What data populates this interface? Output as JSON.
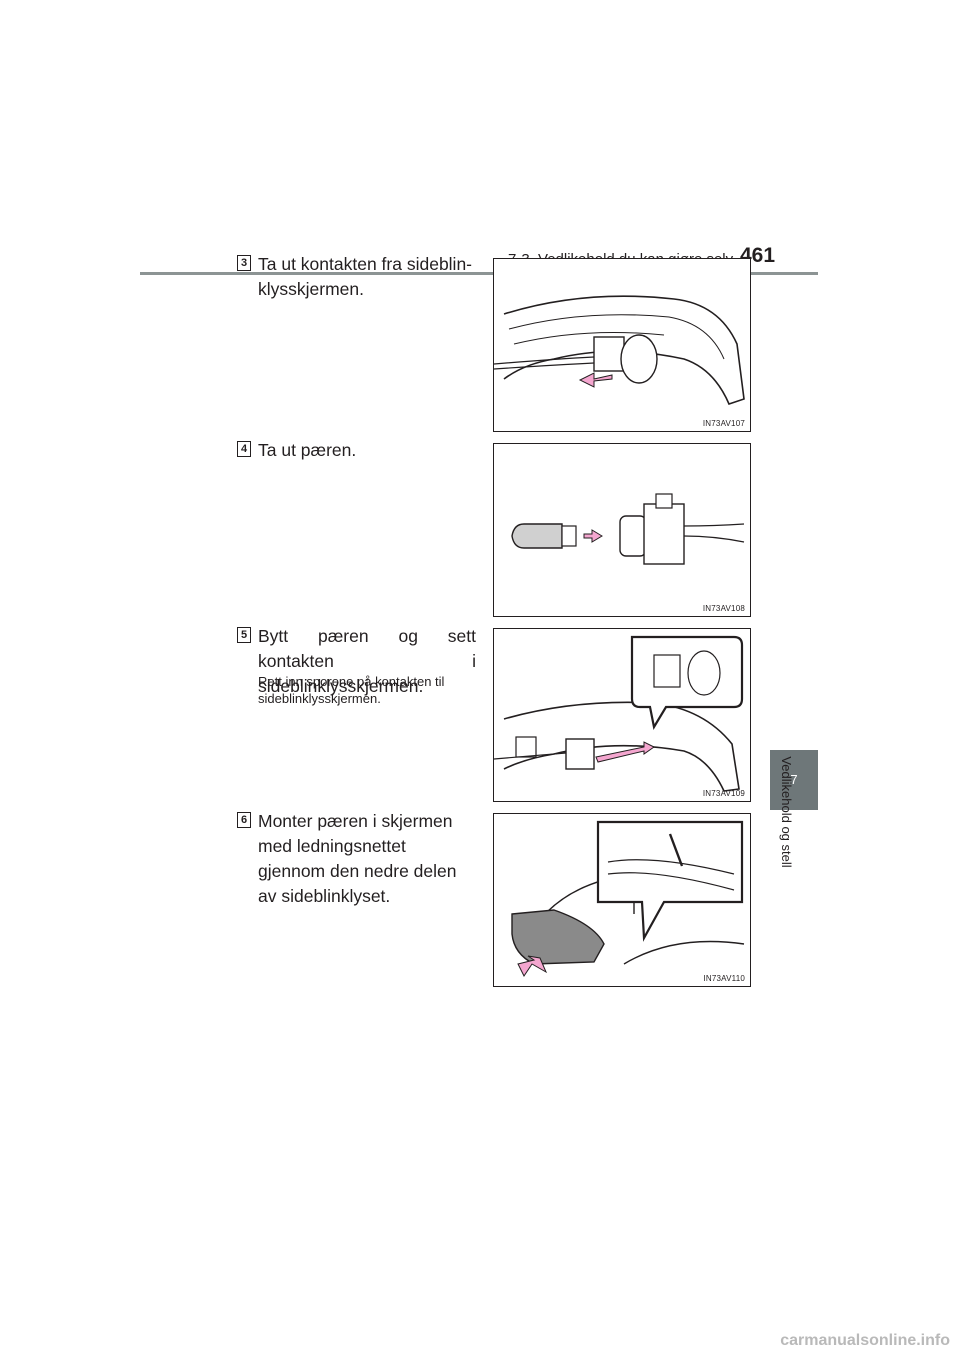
{
  "header": {
    "section": "7-3. Vedlikehold du kan gjøre selv",
    "page_number": "461"
  },
  "side_tab": {
    "number": "7",
    "label": "Vedlikehold og stell"
  },
  "steps": [
    {
      "number": "3",
      "text": "Ta ut kontakten fra sideblin-\nklysskjermen.",
      "figure_code": "IN73AV107"
    },
    {
      "number": "4",
      "text": "Ta ut pæren.",
      "figure_code": "IN73AV108"
    },
    {
      "number": "5",
      "text": "Bytt pæren og sett kontakten i sideblinklysskjermen.",
      "note": "Rett inn sporene på kontakten til sideblinklysskjermen.",
      "figure_code": "IN73AV109"
    },
    {
      "number": "6",
      "text": "Monter pæren i skjermen med ledningsnettet gjennom den nedre delen av sideblinklyset.",
      "figure_code": "IN73AV110"
    }
  ],
  "colors": {
    "arrow": "#f4a6cf",
    "rule": "#8c9494",
    "tab": "#6e7779"
  },
  "footer": {
    "watermark": "carmanualsonline.info"
  }
}
